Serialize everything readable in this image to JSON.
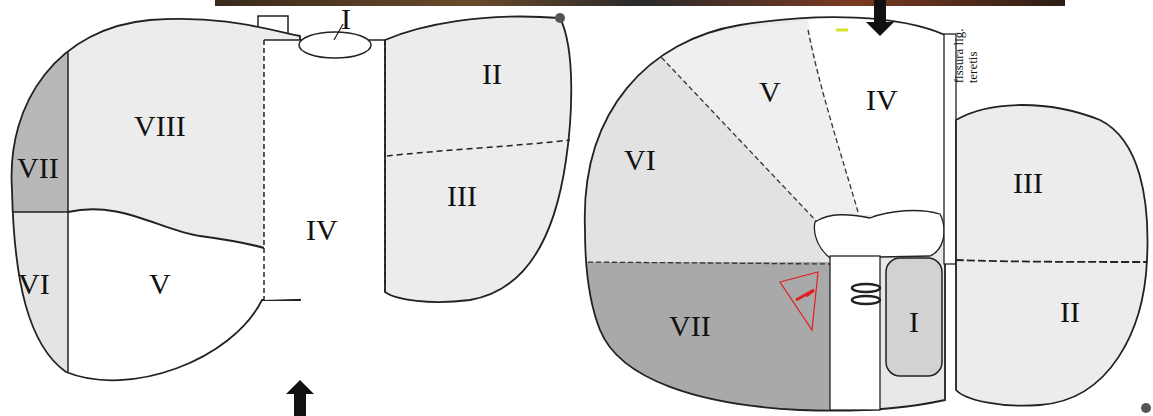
{
  "diagram": {
    "labels": [
      "I",
      "II",
      "VIII",
      "VII",
      "IV",
      "III",
      "VI",
      "V",
      "fissura lig. teretis",
      "IV",
      "V",
      "VI",
      "III",
      "VII",
      "I",
      "II"
    ]
  }
}
